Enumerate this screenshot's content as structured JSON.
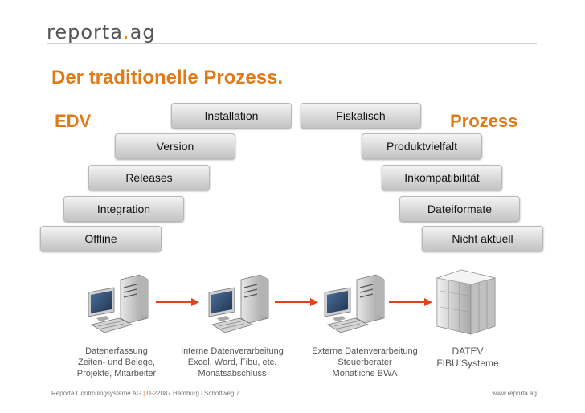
{
  "header": {
    "logo_main": "reporta",
    "logo_dot": ".",
    "logo_suffix": "ag",
    "slide_title": "Der traditionelle Prozess."
  },
  "left_stack": {
    "title": "EDV",
    "bars": [
      "Installation",
      "Version",
      "Releases",
      "Integration",
      "Offline"
    ]
  },
  "right_stack": {
    "title": "Prozess",
    "bars": [
      "Fiskalisch",
      "Produktvielfalt",
      "Inkompatibilität",
      "Dateiformate",
      "Nicht aktuell"
    ]
  },
  "stages": [
    {
      "icon": "pc-with-tower-icon",
      "lines": [
        "Datenerfassung",
        "Zeiten- und Belege,",
        "Projekte, Mitarbeiter"
      ]
    },
    {
      "icon": "pc-with-tower-icon",
      "lines": [
        "Interne Datenverarbeitung",
        "Excel, Word, Fibu, etc.",
        "Monatsabschluss"
      ]
    },
    {
      "icon": "pc-with-tower-icon",
      "lines": [
        "Externe Datenverarbeitung",
        "Steuerberater",
        "Monatliche BWA"
      ]
    },
    {
      "icon": "server-rack-icon",
      "lines": [
        "DATEV",
        "FIBU Systeme"
      ]
    }
  ],
  "footer": {
    "company": "Reporta Controllingsysteme AG",
    "address": "D-22087 Hamburg",
    "street": "Schottweg 7",
    "url": "www.reporta.ag"
  },
  "colors": {
    "accent": "#e07a17",
    "arrow": "#e0421b",
    "bar_gradient_top": "#f4f4f4",
    "bar_gradient_bottom": "#c4c4c4",
    "text_gray": "#555555"
  }
}
